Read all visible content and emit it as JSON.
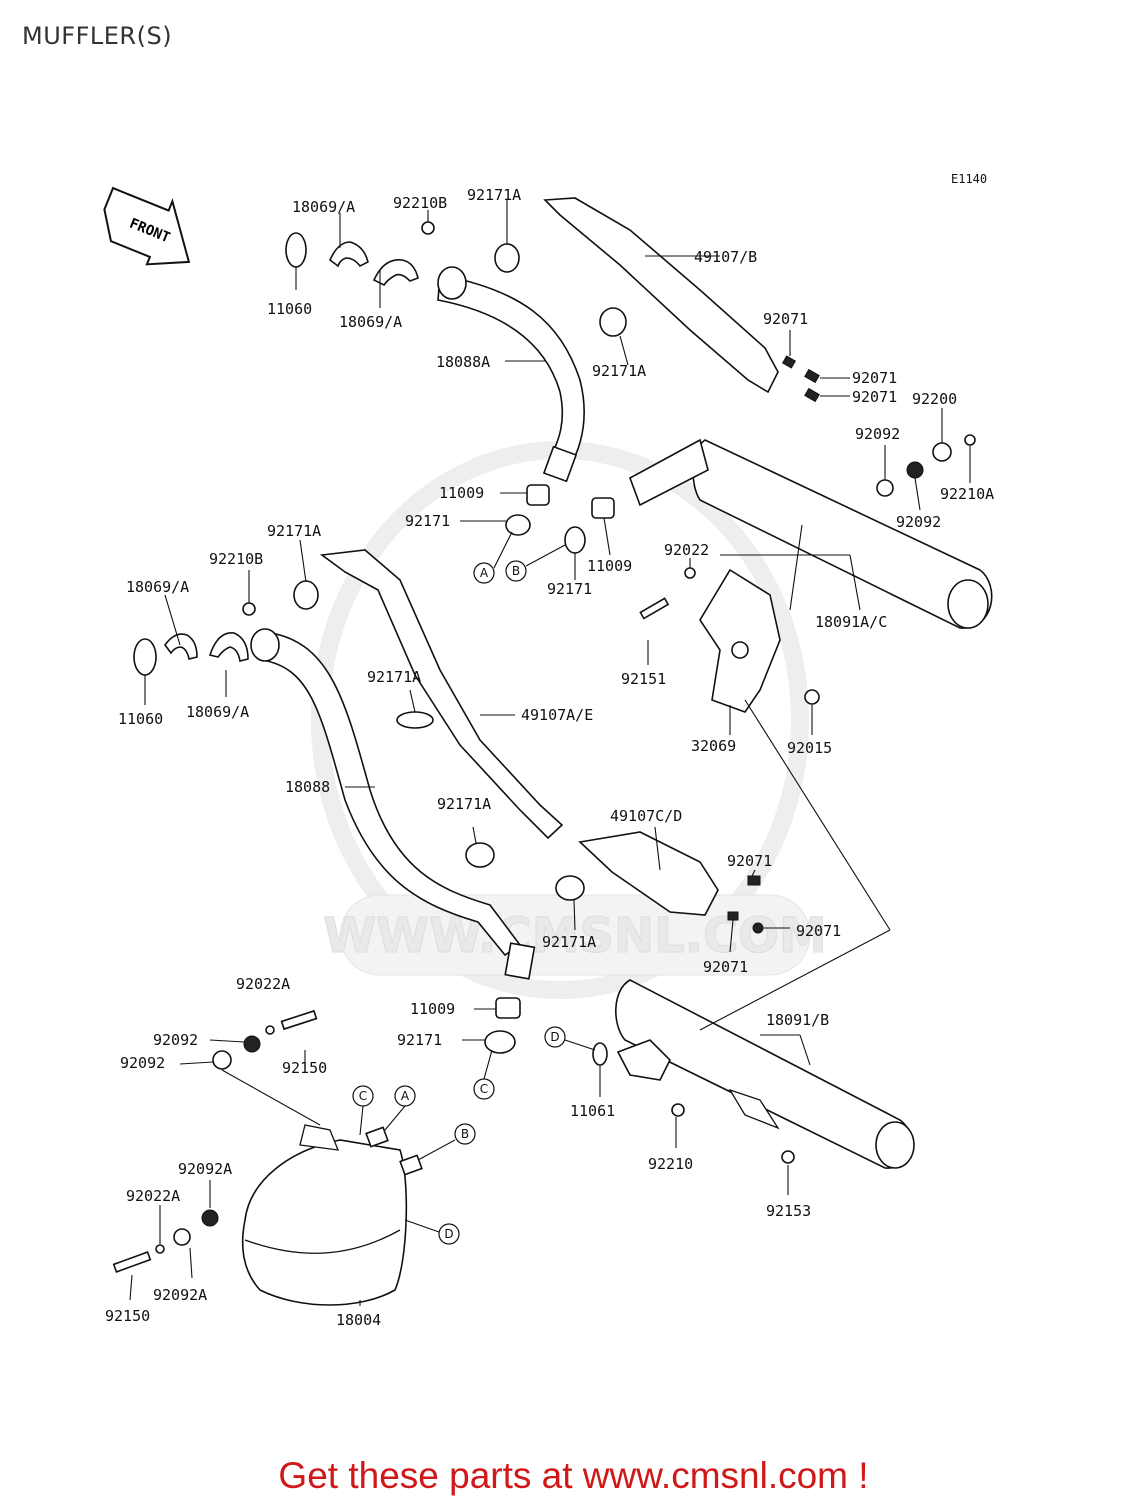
{
  "title": "MUFFLER(S)",
  "diagram_code": "E1140",
  "front_indicator": "FRONT",
  "watermark": "WWW.CMSNL.COM",
  "footer": "Get these parts at www.cmsnl.com !",
  "labels": [
    "18069/A",
    "92210B",
    "92171A",
    "49107/B",
    "11060",
    "18069/A",
    "18088A",
    "92071",
    "92171A",
    "92071",
    "92071",
    "92200",
    "92092",
    "92210A",
    "92092",
    "11009",
    "92171",
    "11009",
    "92171",
    "92022",
    "18091A/C",
    "92171A",
    "92210B",
    "18069/A",
    "11060",
    "18069/A",
    "92151",
    "92171A",
    "49107A/E",
    "32069",
    "92015",
    "18088",
    "92171A",
    "49107C/D",
    "92071",
    "92071",
    "92171A",
    "92071",
    "92022A",
    "11009",
    "18091/B",
    "92092",
    "92171",
    "92150",
    "92092",
    "11061",
    "92210",
    "92092A",
    "92022A",
    "92153",
    "92150",
    "92092A",
    "18004"
  ],
  "connector_refs": [
    "A",
    "B",
    "A",
    "B",
    "C",
    "D",
    "C",
    "A",
    "B",
    "D"
  ]
}
